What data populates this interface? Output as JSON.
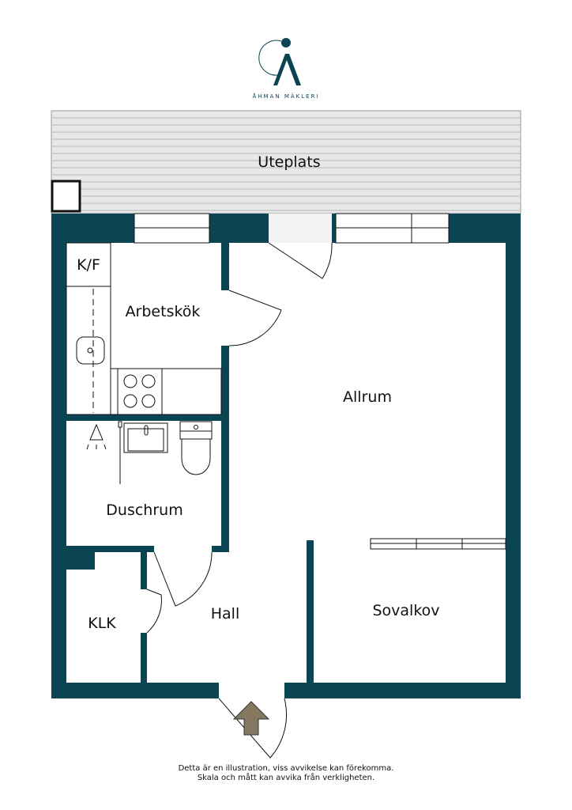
{
  "brand": {
    "name": "ÅHMAN MÄKLERI",
    "logo_letter": "A"
  },
  "rooms": {
    "uteplats": "Uteplats",
    "kf": "K/F",
    "arbetskok": "Arbetskök",
    "allrum": "Allrum",
    "duschrum": "Duschrum",
    "klk": "KLK",
    "hall": "Hall",
    "sovalkov": "Sovalkov"
  },
  "footer": {
    "line1": "Detta är en illustration, viss avvikelse kan förekomma.",
    "line2": "Skala och mått kan avvika från verkligheten."
  },
  "colors": {
    "wall": "#0b4452",
    "patio": "#e6e6e6",
    "arrow": "#857860"
  }
}
